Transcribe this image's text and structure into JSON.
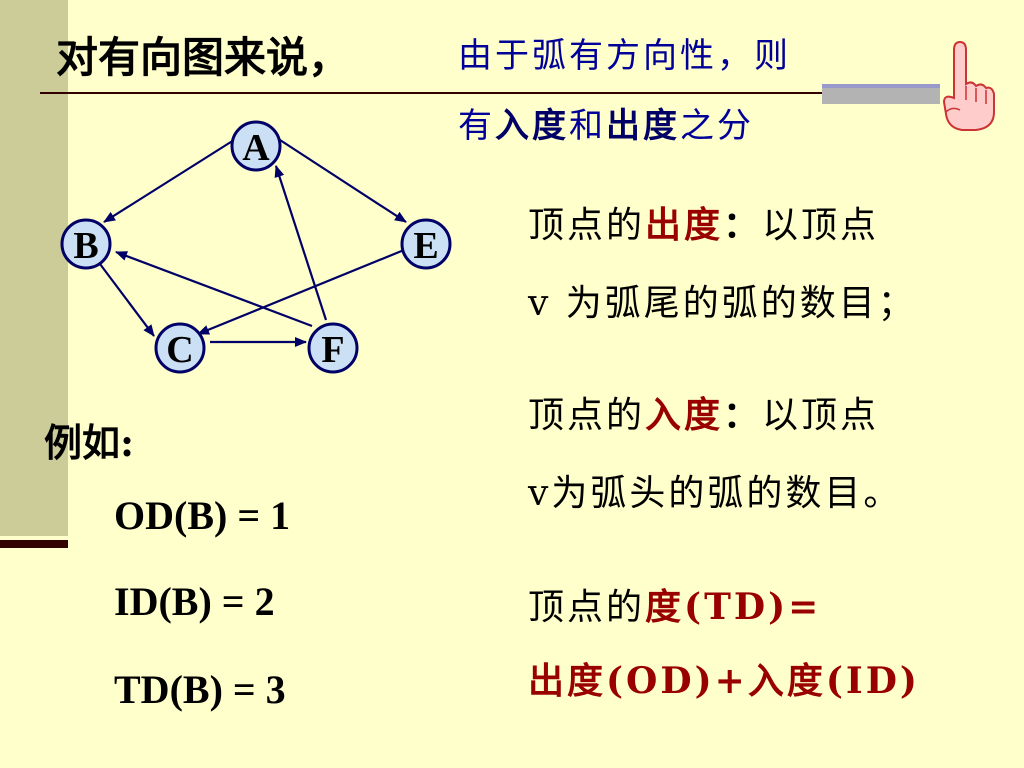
{
  "title": {
    "main": "对有向图来说，",
    "sub_line1": "由于弧有方向性，则",
    "sub_line2_prefix": "有",
    "sub_line2_in": "入度",
    "sub_line2_and": "和",
    "sub_line2_out": "出度",
    "sub_line2_suffix": "之分"
  },
  "graph": {
    "nodes": [
      "A",
      "B",
      "C",
      "E",
      "F"
    ]
  },
  "definitions": {
    "out_degree": {
      "prefix": "顶点的",
      "term": "出度",
      "colon": "：",
      "rest1": "以顶点",
      "line2": "v 为弧尾的弧的数目；"
    },
    "in_degree": {
      "prefix": "顶点的",
      "term": "入度",
      "colon": "：",
      "rest1": "以顶点",
      "line2": "v为弧头的弧的数目。"
    },
    "total_degree": {
      "prefix": "顶点的",
      "term": "度",
      "formula1": "(TD)=",
      "out_term": "出度",
      "out_abbr": "(OD)+",
      "in_term": "入度",
      "in_abbr": "(ID)"
    }
  },
  "example": {
    "label": "例如:",
    "od": "OD(B) = 1",
    "id": "ID(B) = 2",
    "td": "TD(B) = 3"
  },
  "colors": {
    "background": "#ffffcc",
    "accent_red": "#990000",
    "accent_blue": "#000099",
    "node_fill": "#cce0f5",
    "node_stroke": "#000066"
  },
  "icons": {
    "hand": "pointing-finger-icon"
  }
}
